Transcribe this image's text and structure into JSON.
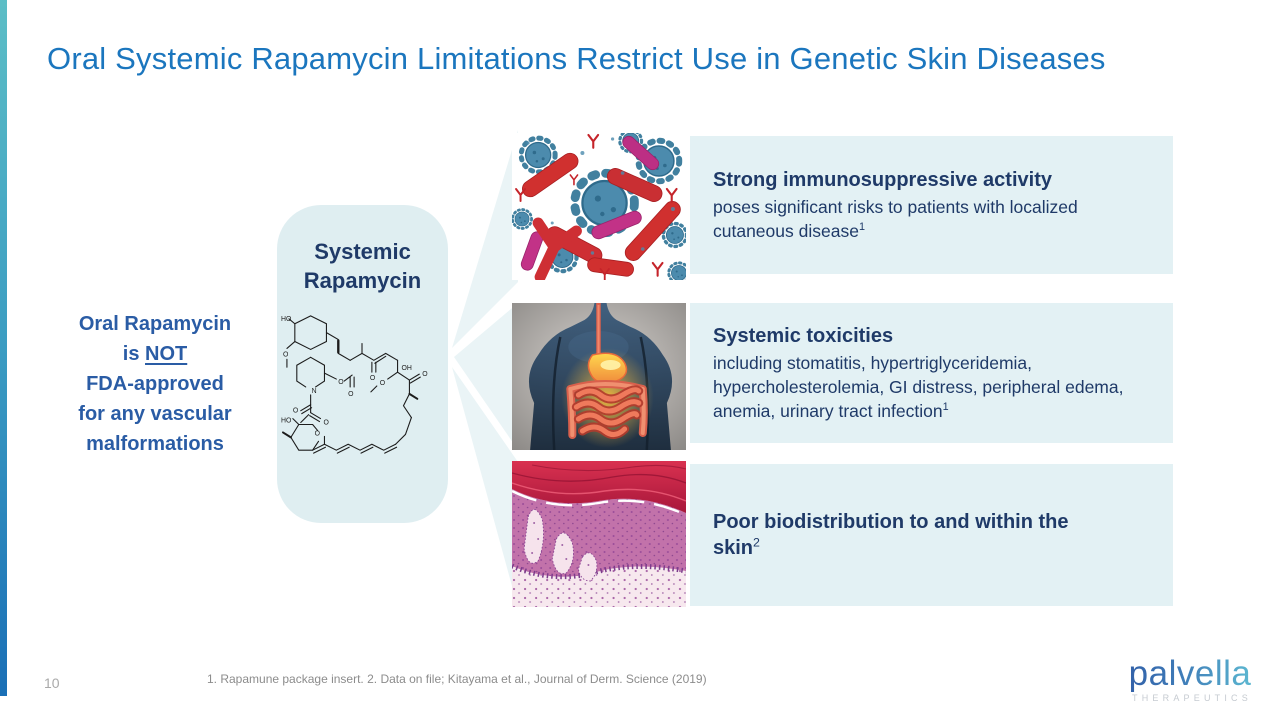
{
  "slide": {
    "title": "Oral Systemic Rapamycin Limitations Restrict Use in Genetic Skin Diseases",
    "page_number": "10",
    "footnote": "1. Rapamune package insert. 2. Data on file; Kitayama et al., Journal of Derm. Science (2019)"
  },
  "left_callout": {
    "line1": "Oral Rapamycin",
    "line2_pre": "is ",
    "line2_not": "NOT",
    "line3": "FDA-approved",
    "line4": "for any vascular",
    "line5": "malformations"
  },
  "center_box": {
    "line1": "Systemic",
    "line2": "Rapamycin"
  },
  "rows": [
    {
      "heading": "Strong immunosuppressive activity",
      "heading_sup": "",
      "body": "poses significant risks to patients with localized cutaneous disease",
      "body_sup": "1",
      "image": "viruses-and-antibodies"
    },
    {
      "heading": "Systemic toxicities",
      "heading_sup": "",
      "body": "including stomatitis, hypertriglyceridemia, hypercholesterolemia, GI distress, peripheral edema, anemia, urinary tract infection",
      "body_sup": "1",
      "image": "digestive-system-illustration"
    },
    {
      "heading": "Poor biodistribution to and within the skin",
      "heading_sup": "2",
      "body": "",
      "body_sup": "",
      "image": "skin-histology-micrograph"
    }
  ],
  "logo": {
    "wordmark": "palvella",
    "subtitle": "THERAPEUTICS"
  },
  "colors": {
    "accent_teal": "#5CBEC6",
    "accent_blue": "#1A6FB6",
    "title_blue": "#1B76BE",
    "callout_blue": "#2A5CA5",
    "navy_text": "#1F3A68",
    "panel_light_blue": "#E3F1F4",
    "center_box_blue": "#DFEEF1",
    "fan_blue": "#EAF4F6",
    "footnote_gray": "#8C8C8C"
  }
}
